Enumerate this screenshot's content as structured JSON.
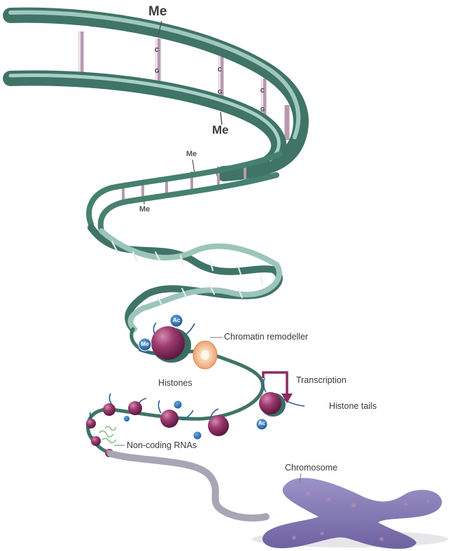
{
  "labels": {
    "methyl_top": "Me",
    "methyl_mid": "Me",
    "methyl_small_1": "Me",
    "methyl_small_2": "Me",
    "cpg_letters": [
      "C",
      "G"
    ],
    "acetyl": "Ac",
    "methyl_tag": "Me",
    "chromatin_remodeller": "Chromatin remodeller",
    "histones": "Histones",
    "transcription": "Transcription",
    "histone_tails": "Histone tails",
    "noncoding_rnas": "Non-coding RNAs",
    "chromosome": "Chromosome"
  },
  "colors": {
    "dna_backbone": "#4f8579",
    "dna_backbone_light": "#9fc8bd",
    "rung": "#cdb4c4",
    "histone": "#8a2a5f",
    "histone_light": "#c8779e",
    "remodeller": "#f2b58a",
    "transcription_arrow": "#8e2a63",
    "tag_blue": "#2d6fb3",
    "chromosome": "#8076b0",
    "fiber": "#9e9aac"
  }
}
